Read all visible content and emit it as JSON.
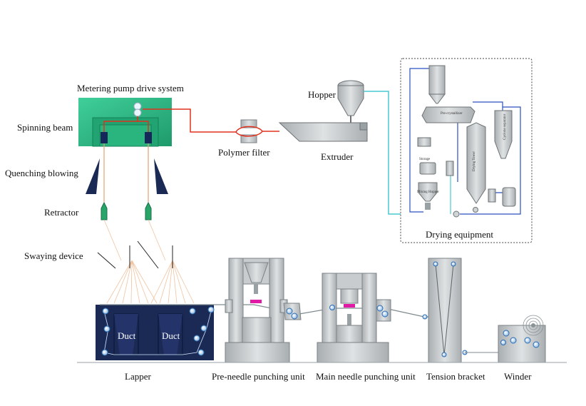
{
  "labels": {
    "metering": "Metering pump drive system",
    "spinning_beam": "Spinning beam",
    "quenching": "Quenching blowing",
    "retractor": "Retractor",
    "swaying": "Swaying device",
    "polymer_filter": "Polymer filter",
    "hopper": "Hopper",
    "extruder": "Extruder",
    "drying": "Drying equipment",
    "duct1": "Duct",
    "duct2": "Duct",
    "lapper": "Lapper",
    "pre_needle": "Pre-needle punching unit",
    "main_needle": "Main needle punching unit",
    "tension": "Tension bracket",
    "winder": "Winder"
  },
  "drying_parts": {
    "pre_crystallizer": "Pre-crystallizer",
    "drying_tower": "Drying Tower",
    "cyclone_separator": "Cyclone separator",
    "storage": "Storage",
    "mixing_hopper": "Mixing Hopper"
  },
  "colors": {
    "green": "#2fb585",
    "navy": "#1b2a55",
    "grey": "#bcc1c3",
    "cyan": "#49c9cf",
    "polymer": "#e0321f",
    "blue_pipe": "#2a4fbf",
    "fiber": "#e6b88a",
    "magenta": "#e11aa5"
  }
}
